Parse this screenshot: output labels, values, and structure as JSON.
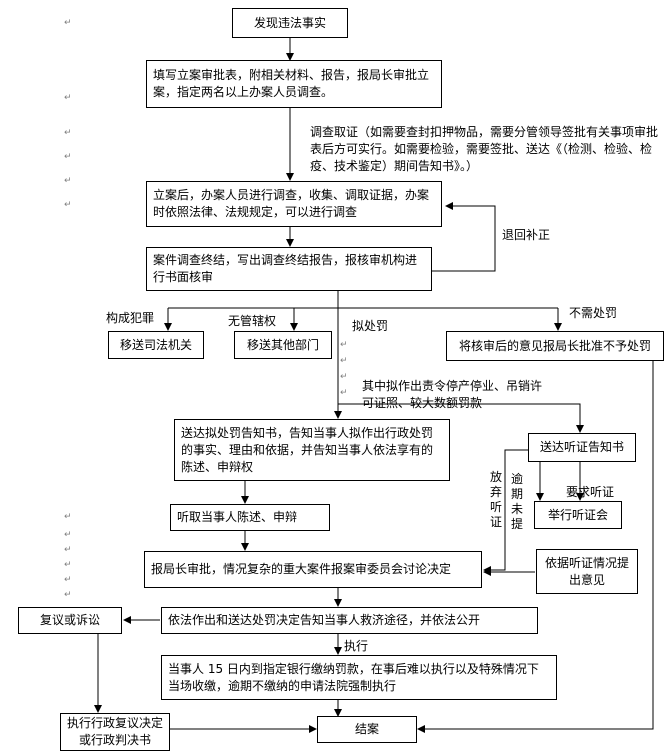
{
  "nodes": {
    "discover": "发现违法事实",
    "file_approval": "填写立案审批表，附相关材料、报告，报局长审批立案，指定两名以上办案人员调查。",
    "investigate": "立案后，办案人员进行调查，收集、调取证据，办案时依照法律、法规规定，可以进行调查",
    "conclude": "案件调查终结，写出调查终结报告，报核审机构进行书面核审",
    "to_judicial": "移送司法机关",
    "to_other": "移送其他部门",
    "no_penalty": "将核审后的意见报局长批准不予处罚",
    "notify_penalty": "送达拟处罚告知书，告知当事人拟作出行政处罚的事实、理由和依据，并告知当事人依法享有的陈述、申辩权",
    "hearing_notice": "送达听证告知书",
    "hold_hearing": "举行听证会",
    "listen_statement": "听取当事人陈述、申辩",
    "director_approval": "报局长审批，情况复杂的重大案件报案审委员会讨论决定",
    "hearing_opinion": "依据听证情况提出意见",
    "reconsider": "复议或诉讼",
    "decision": "依法作出和送达处罚决定告知当事人救济途径，并依法公开",
    "payment": "当事人 15 日内到指定银行缴纳罚款，在事后难以执行以及特殊情况下当场收缴，逾期不缴纳的申请法院强制执行",
    "execute_ruling": "执行行政复议决定或行政判决书",
    "close_case": "结案"
  },
  "edge_labels": {
    "investigation_note": "调查取证（如需要查封扣押物品，需要分管领导签批有关事项审批表后方可实行。如需要检验，需要签批、送达《（检测、检验、检疫、技术鉴定）期间告知书》。）",
    "return_supplement": "退回补正",
    "crime": "构成犯罪",
    "no_jurisdiction": "无管辖权",
    "propose_penalty": "拟处罚",
    "no_penalty_needed": "不需处罚",
    "heavy_penalty": "其中拟作出责令停产停业、吊销许可证照、较大数额罚款",
    "waive_hearing": "放弃听证",
    "overdue_no_request": "逾期未提",
    "request_hearing": "要求听证",
    "execute": "执行"
  },
  "marks": {
    "paragraph_mark": "↵"
  }
}
